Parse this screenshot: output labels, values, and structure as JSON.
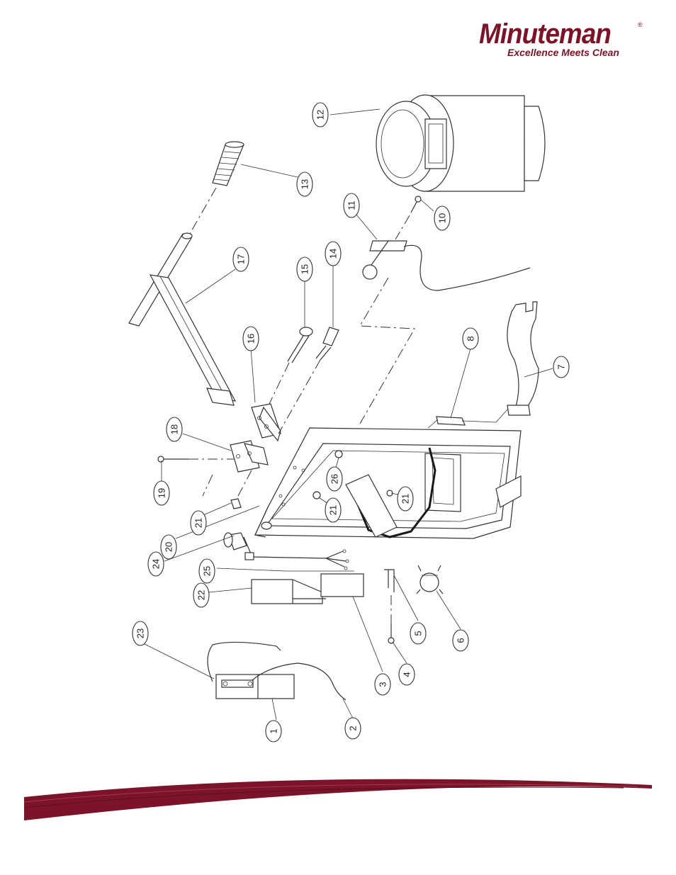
{
  "brand": {
    "name": "Minuteman",
    "registered": "®",
    "tagline": "Excellence Meets Clean",
    "color": "#7b1428"
  },
  "callouts": [
    "1",
    "2",
    "3",
    "4",
    "5",
    "6",
    "7",
    "8",
    "10",
    "11",
    "12",
    "13",
    "14",
    "15",
    "16",
    "17",
    "18",
    "19",
    "20",
    "21",
    "21",
    "21",
    "22",
    "23",
    "24",
    "25",
    "26"
  ]
}
